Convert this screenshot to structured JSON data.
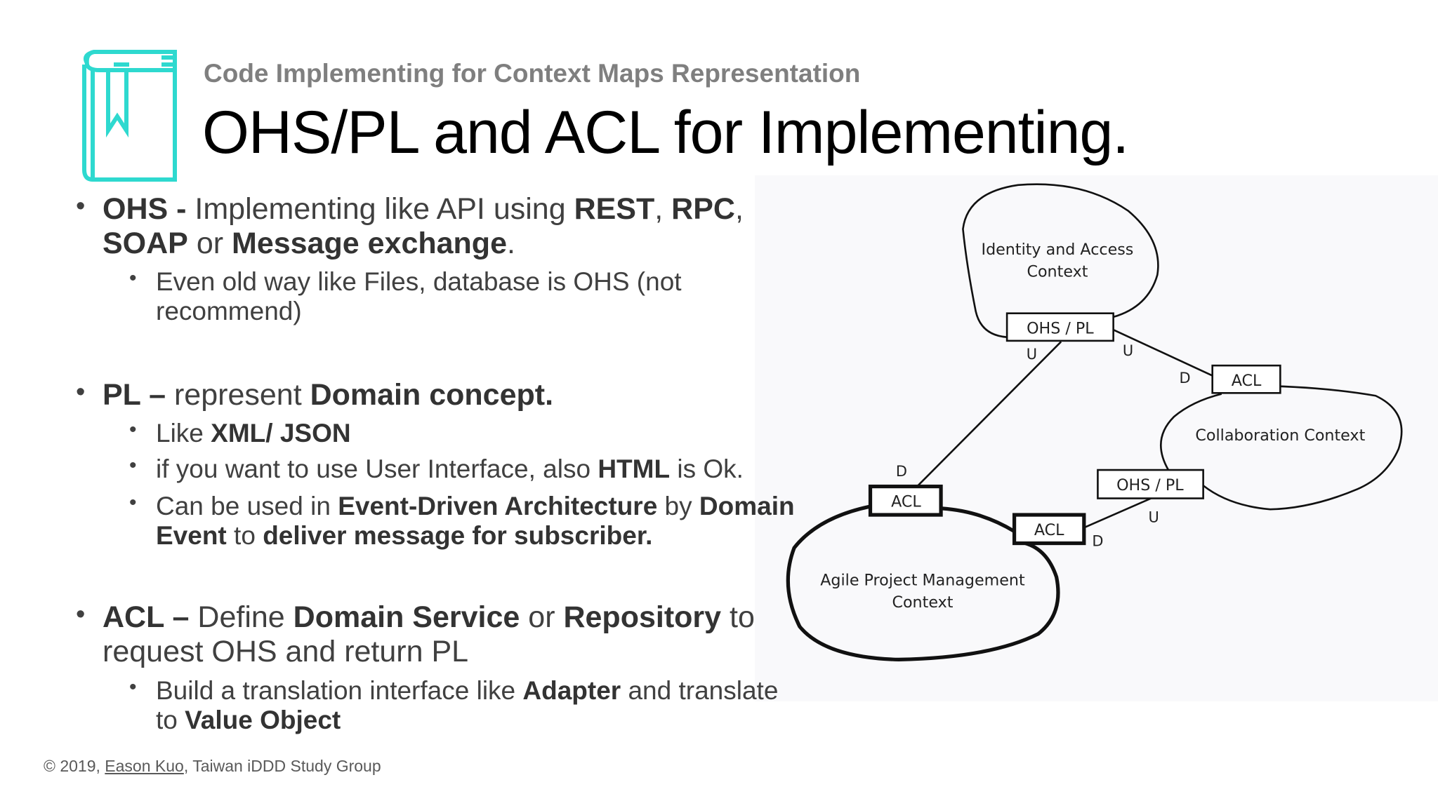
{
  "header": {
    "subtitle": "Code Implementing for Context Maps Representation",
    "title": "OHS/PL and ACL for Implementing.",
    "icon": "book-bookmark-icon",
    "accent_color": "#2ed9cf"
  },
  "bullets": {
    "ohs": {
      "line1": [
        "OHS",
        " - ",
        "Implementing like API using ",
        "REST",
        ", ",
        "RPC",
        ","
      ],
      "line2": [
        "SOAP",
        " or ",
        "Message exchange",
        "."
      ],
      "sub1": [
        "Even old way like Files, database is OHS (not",
        "recommend)"
      ]
    },
    "pl": {
      "line1": [
        "PL –",
        " represent ",
        "Domain concept."
      ],
      "sub1": [
        "Like ",
        "XML/ JSON"
      ],
      "sub2": [
        "if you want to use User Interface, also ",
        "HTML",
        " is Ok."
      ],
      "sub3": [
        "Can be used in ",
        "Event-Driven Architecture",
        " by ",
        "Domain",
        "Event",
        " to ",
        "deliver message for subscriber."
      ]
    },
    "acl": {
      "line1": [
        "ACL –",
        " Define ",
        "Domain Service",
        " or ",
        "Repository",
        " to"
      ],
      "line2": "request OHS and  return PL",
      "sub1": [
        "Build a translation interface like ",
        "Adapter",
        " and translate",
        "to ",
        "Value Object"
      ]
    }
  },
  "footer": {
    "prefix": "© 2019, ",
    "author": "Eason Kuo",
    "suffix": ", Taiwan iDDD Study Group"
  },
  "diagram": {
    "contexts": {
      "identity": [
        "Identity and Access",
        "Context"
      ],
      "collaboration": "Collaboration Context",
      "agile": [
        "Agile Project Management",
        "Context"
      ]
    },
    "boxes": {
      "identity_ohs": "OHS / PL",
      "collab_acl": "ACL",
      "collab_ohs": "OHS / PL",
      "agile_acl_top": "ACL",
      "agile_acl_right": "ACL"
    },
    "labels": {
      "identity_u_left": "U",
      "identity_u_right": "U",
      "collab_d": "D",
      "agile_d_top": "D",
      "collab_u": "U",
      "agile_d_right": "D"
    }
  }
}
